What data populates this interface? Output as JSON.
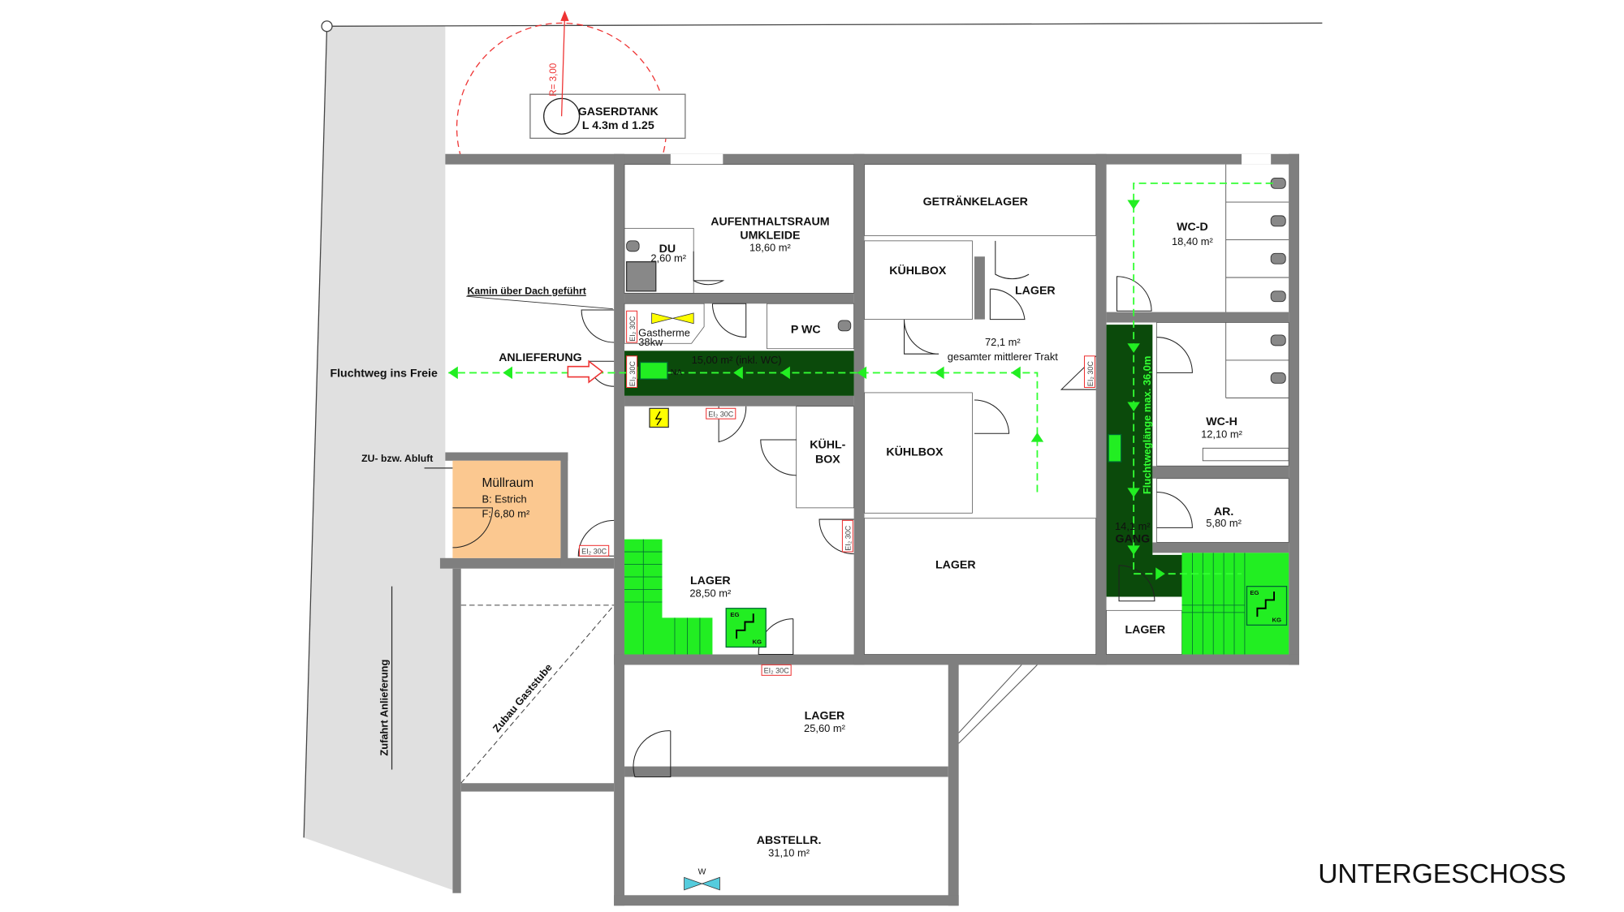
{
  "title": "UNTERGESCHOSS",
  "gastank": {
    "name": "GASERDTANK",
    "dims": "L 4.3m d 1.25",
    "radius": "R= 3,00"
  },
  "outside": {
    "chimney_note": "Kamin über Dach geführt",
    "delivery": "ANLIEFERUNG",
    "escape_outside": "Fluchtweg ins Freie",
    "ventilation": "ZU- bzw. Abluft",
    "access_road": "Zufahrt Anlieferung",
    "extension": "Zubau Gaststube"
  },
  "muellraum": {
    "name": "Müllraum",
    "floor": "B: Estrich",
    "area": "F: 6,80 m²"
  },
  "rooms": [
    {
      "name": "AUFENTHALTSRAUM",
      "name2": "UMKLEIDE",
      "area": "18,60 m²"
    },
    {
      "name": "DU",
      "area": "2,60 m²"
    },
    {
      "name": "Gastherme",
      "area": "38kw"
    },
    {
      "name": "P WC"
    },
    {
      "name": "GETRÄNKELAGER"
    },
    {
      "name": "KÜHLBOX"
    },
    {
      "name": "LAGER"
    },
    {
      "name": "KÜHLBOX"
    },
    {
      "name": "KÜHL-",
      "name2": "BOX"
    },
    {
      "name": "LAGER",
      "area": "28,50 m²"
    },
    {
      "name": "LAGER"
    },
    {
      "name": "WC-D",
      "area": "18,40 m²"
    },
    {
      "name": "WC-H",
      "area": "12,10 m²"
    },
    {
      "name": "AR.",
      "area": "5,80 m²"
    },
    {
      "name": "LAGER"
    },
    {
      "name": "LAGER",
      "area": "25,60 m²"
    },
    {
      "name": "ABSTELLR.",
      "area": "31,10 m²"
    }
  ],
  "corridor": {
    "area": "15,00 m² (inkl. WC)",
    "emergency": "NA"
  },
  "middle": {
    "area": "72,1 m²",
    "label": "gesamter mittlerer Trakt"
  },
  "gang": {
    "area": "14,1 m²",
    "name": "GANG",
    "escape_length": "Fluchtweglänge max. 36,0m"
  },
  "fire_rating": "EI₂ 30C",
  "stairs": {
    "upper": "EG",
    "lower": "KG"
  },
  "water": "W",
  "colors": {
    "wall": "#7f7f7f",
    "escape_zone": "#0b4a0b",
    "stairs": "#22ee22",
    "escape_line": "#33ff33",
    "muellraum": "#fbc890",
    "site_strip": "#e0e0e0"
  }
}
